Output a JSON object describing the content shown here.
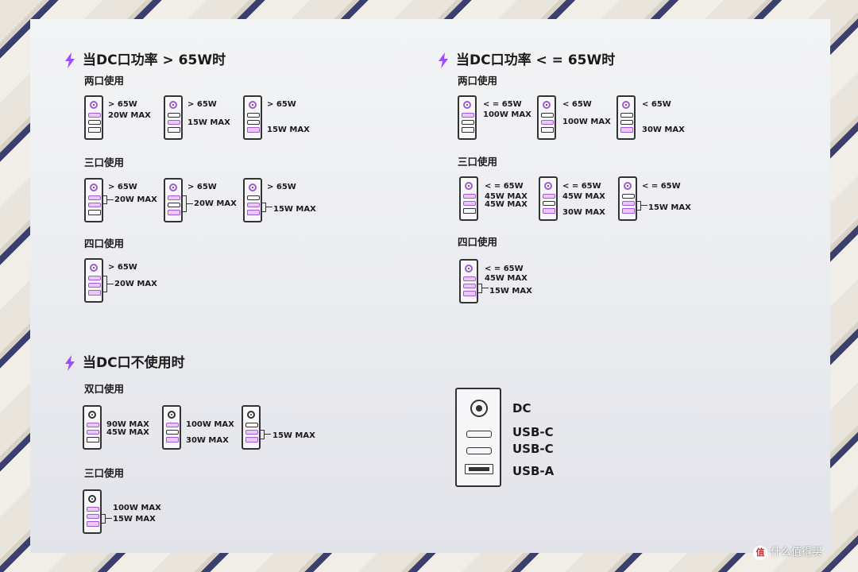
{
  "section_gt65": {
    "title": "当DC口功率 > 65W时",
    "two_port": "两口使用",
    "three_port": "三口使用",
    "four_port": "四口使用",
    "two": [
      {
        "l1": "> 65W",
        "l2": "20W MAX"
      },
      {
        "l1": "> 65W",
        "l2": "15W MAX"
      },
      {
        "l1": "> 65W",
        "l2": "15W MAX"
      }
    ],
    "three": [
      {
        "l1": "> 65W",
        "l2": "20W MAX"
      },
      {
        "l1": "> 65W",
        "l2": "20W MAX"
      },
      {
        "l1": "> 65W",
        "l2": "15W MAX"
      }
    ],
    "four": [
      {
        "l1": "> 65W",
        "l2": "20W MAX"
      }
    ]
  },
  "section_le65": {
    "title": "当DC口功率 < = 65W时",
    "two_port": "两口使用",
    "three_port": "三口使用",
    "four_port": "四口使用",
    "two": [
      {
        "l1": "< = 65W",
        "l2": "100W MAX"
      },
      {
        "l1": "< 65W",
        "l2": "100W MAX"
      },
      {
        "l1": "< 65W",
        "l2": "30W MAX"
      }
    ],
    "three": [
      {
        "l1": "< = 65W",
        "l2": "45W MAX",
        "l3": "45W MAX"
      },
      {
        "l1": "< = 65W",
        "l2": "45W MAX",
        "l3": "30W MAX"
      },
      {
        "l1": "< = 65W",
        "l2": "15W MAX"
      }
    ],
    "four": [
      {
        "l1": "< = 65W",
        "l2": "45W MAX",
        "l3": "15W MAX"
      }
    ]
  },
  "section_nodc": {
    "title": "当DC口不使用时",
    "two_port": "双口使用",
    "three_port": "三口使用",
    "two": [
      {
        "l1": "90W MAX",
        "l2": "45W MAX"
      },
      {
        "l1": "100W MAX",
        "l2": "30W MAX"
      },
      {
        "l1": "15W MAX"
      }
    ],
    "three": [
      {
        "l1": "100W MAX",
        "l2": "15W MAX"
      }
    ]
  },
  "legend": {
    "dc": "DC",
    "usbc1": "USB-C",
    "usbc2": "USB-C",
    "usba": "USB-A"
  },
  "watermark": "什么值得买",
  "watermark_logo": "值",
  "colors": {
    "active_port": "#a25ad8",
    "active_fill": "#e9c9f7",
    "bolt": "#9b4dff"
  }
}
